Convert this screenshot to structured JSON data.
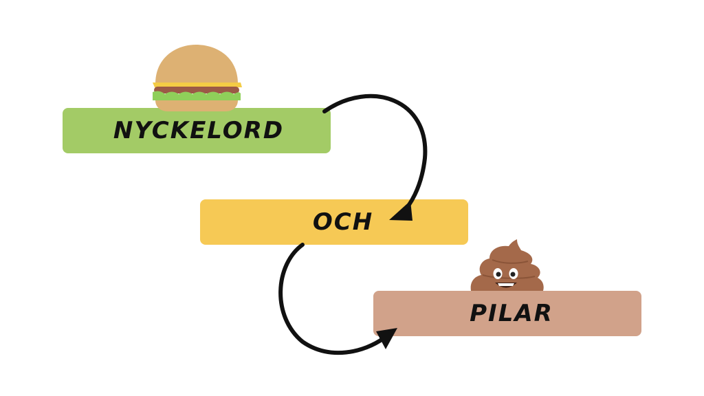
{
  "diagram": {
    "boxes": [
      {
        "id": "nyckelord",
        "label": "NYCKELORD",
        "color": "#a3cb66"
      },
      {
        "id": "och",
        "label": "OCH",
        "color": "#f6c955"
      },
      {
        "id": "pilar",
        "label": "PILAR",
        "color": "#d1a28a"
      }
    ],
    "icons": {
      "burger": "burger-icon",
      "poop": "poop-emoji-icon"
    },
    "arrow_color": "#111111"
  }
}
